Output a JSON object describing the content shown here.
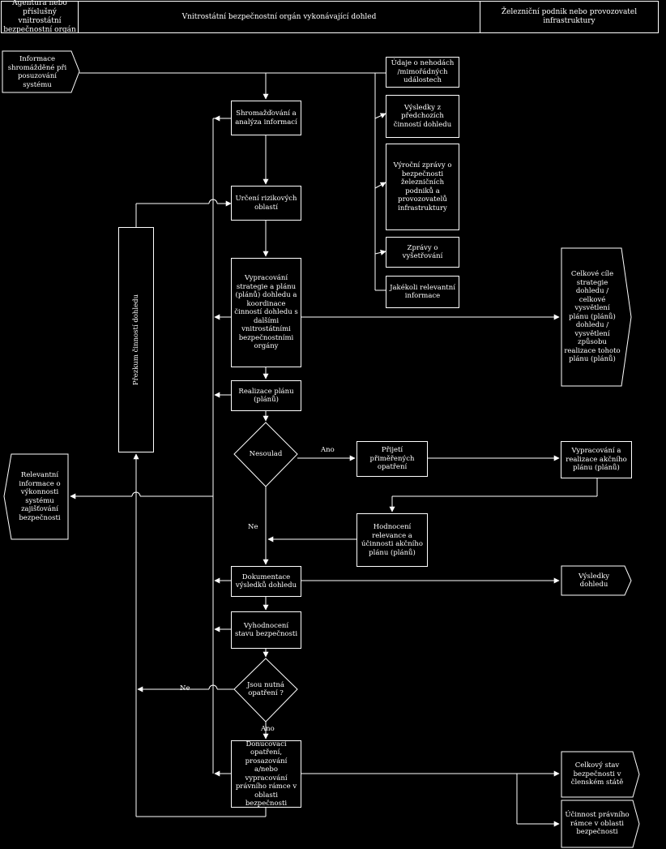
{
  "header": {
    "col1": "Agentura nebo příslušný vnitrostátní bezpečnostní orgán",
    "col2": "Vnitrostátní bezpečnostní orgán vykonávající dohled",
    "col3": "Železniční podnik nebo provozovatel infrastruktury"
  },
  "inputs": {
    "info_collected": "Informace shromážděné při posuzování systému",
    "accidents": "Údaje o nehodách /mimořádných událostech",
    "prev_results": "Výsledky z předchozích činností dohledu",
    "annual_reports": "Výroční zprávy o bezpečnosti železničních podniků a provozovatelů infrastruktury",
    "investigation": "Zprávy o vyšetřování",
    "other_info": "Jakékoli relevantní informace"
  },
  "process": {
    "collect": "Shromažďování a analýza informací",
    "risk": "Určení rizikových oblastí",
    "strategy": "Vypracování strategie a plánu (plánů) dohledu a koordinace činností dohledu s dalšími vnitrostátními bezpečnostními orgány",
    "implement": "Realizace plánu (plánů)",
    "noncompliance": "Nesoulad",
    "measures": "Přijetí přiměřených opatření",
    "action_plan": "Vypracování a realizace akčního plánu (plánů)",
    "evaluate": "Hodnocení relevance a účinnosti akčního plánu (plánů)",
    "document": "Dokumentace výsledků dohledu",
    "assess": "Vyhodnocení stavu bezpečnosti",
    "necessary": "Jsou nutná opatření ?",
    "enforcement": "Donucovací opatření, prosazování a/nebo vypracování právního rámce v oblasti bezpečnosti",
    "review": "Přezkum činností dohledu"
  },
  "outputs": {
    "objectives": "Celkové cíle strategie dohledu / celkové vysvětlení plánu (plánů) dohledu / vysvětlení způsobu realizace tohoto plánu (plánů)",
    "relevant": "Relevantní informace o výkonnosti systému zajišťování bezpečnosti",
    "results": "Výsledky dohledu",
    "overall_state": "Celkový stav bezpečnosti v členském státě",
    "effectiveness": "Účinnost právního rámce v oblasti bezpečnosti"
  },
  "labels": {
    "yes1": "Ano",
    "no1": "Ne",
    "no2": "Ne",
    "yes2": "Ano"
  }
}
